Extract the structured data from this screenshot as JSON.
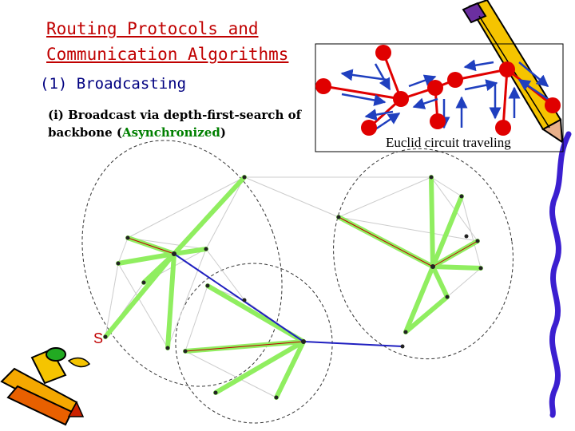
{
  "slide": {
    "title_line1": "Routing Protocols and",
    "title_line2": "Communication Algorithms",
    "subtitle": "(1) Broadcasting",
    "desc_line1": "(i) Broadcast via depth-first-search of",
    "desc_prefix": "backbone (",
    "desc_highlight": "Asynchronized",
    "desc_suffix": ")",
    "inset_caption": "Euclid circuit traveling",
    "source_label": "S"
  },
  "colors": {
    "title": "#c00000",
    "subtitle": "#000080",
    "highlight": "#008000",
    "backbone": "#90ee60",
    "tree_edge": "#c00000",
    "arrow": "#1f3fbf",
    "node": "#e00000",
    "mesh": "#cccccc"
  },
  "icons": [
    "pencil-icon",
    "crayon-bundle-icon",
    "squiggle-line-icon"
  ]
}
